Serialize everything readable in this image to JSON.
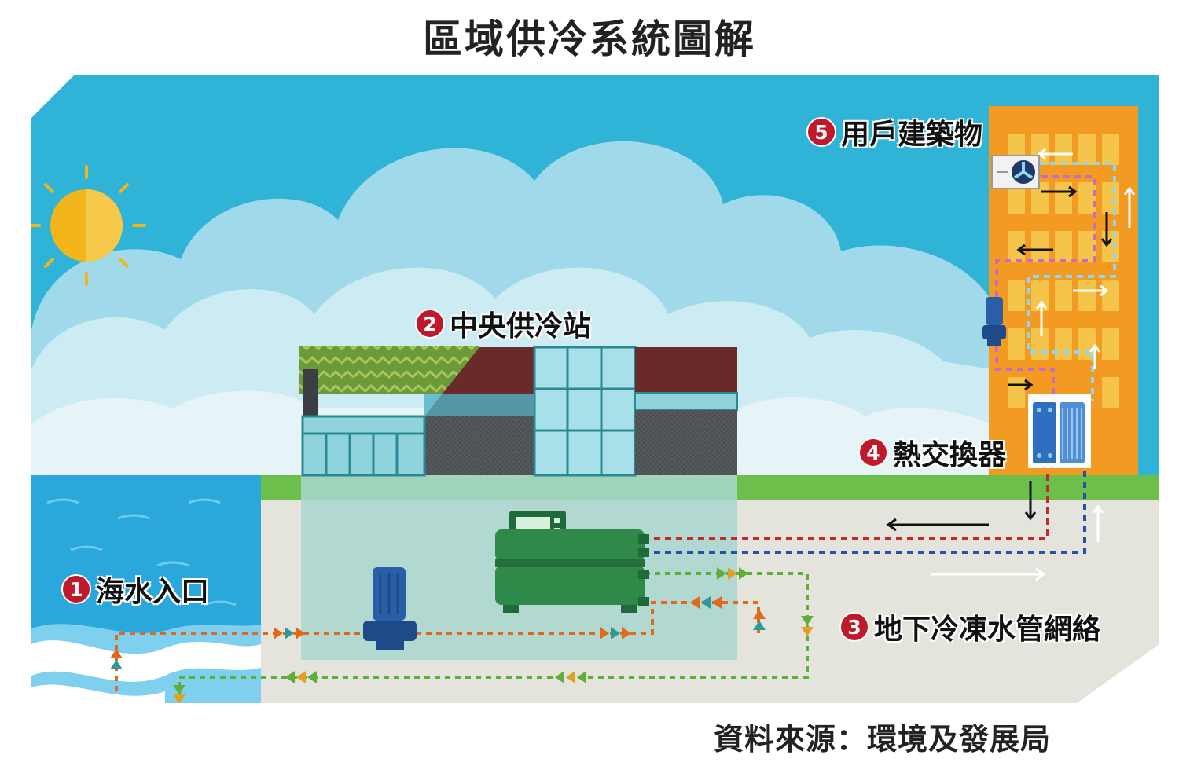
{
  "title": "區域供冷系統圖解",
  "source": "資料來源：環境及發展局",
  "labels": [
    {
      "num": "1",
      "text": "海水入口"
    },
    {
      "num": "2",
      "text": "中央供冷站"
    },
    {
      "num": "3",
      "text": "地下冷凍水管網絡"
    },
    {
      "num": "4",
      "text": "熱交換器"
    },
    {
      "num": "5",
      "text": "用戶建築物"
    }
  ],
  "colors": {
    "sky": "#2fb3d6",
    "cloud": "#cdebf3",
    "sea": "#2aa8dc",
    "grass": "#6cbf4a",
    "ground": "#e4e3dc",
    "building": "#f29a22",
    "pipe_red": "#c42a2a",
    "pipe_blue": "#2552a8",
    "pipe_orange": "#e06a1a",
    "pipe_green": "#5fae3a",
    "marker": "#c0192b"
  }
}
